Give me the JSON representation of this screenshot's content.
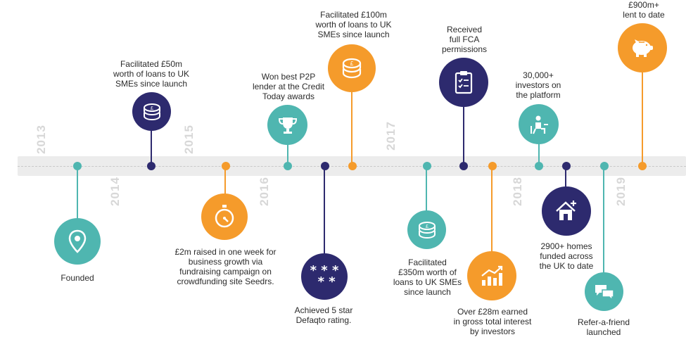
{
  "years": [
    "2013",
    "2014",
    "2015",
    "2016",
    "2017",
    "2018",
    "2019"
  ],
  "milestones": {
    "founded": "Founded",
    "loans_50m": "Facilitated £50m\nworth of loans to UK\nSMEs since launch",
    "raised_2m": "£2m raised in one week for\nbusiness growth via\nfundraising campaign on\ncrowdfunding site Seedrs.",
    "p2p_award": "Won best P2P\nlender at the Credit\nToday awards",
    "defaqto": "Achieved 5 star\nDefaqto rating.",
    "loans_100m": "Facilitated £100m\nworth of loans to UK\nSMEs since launch",
    "loans_350m": "Facilitated\n£350m worth of\nloans to UK SMEs\nsince launch",
    "fca": "Received\nfull FCA\npermissions",
    "interest_28m": "Over £28m earned\nin gross total interest\nby investors",
    "investors_30k": "30,000+\ninvestors on\nthe platform",
    "homes_2900": "2900+ homes\nfunded across\nthe UK to date",
    "refer_friend": "Refer-a-friend\nlaunched",
    "lent_900m": "£900m+\nlent to date"
  },
  "icon_glyphs": {
    "defaqto_stars": "* * *\n * *"
  },
  "colors": {
    "teal": "#4fb6b0",
    "navy": "#2d2a6e",
    "orange": "#f59b2b",
    "band": "#ececec",
    "year_text": "#d7d7d7"
  }
}
